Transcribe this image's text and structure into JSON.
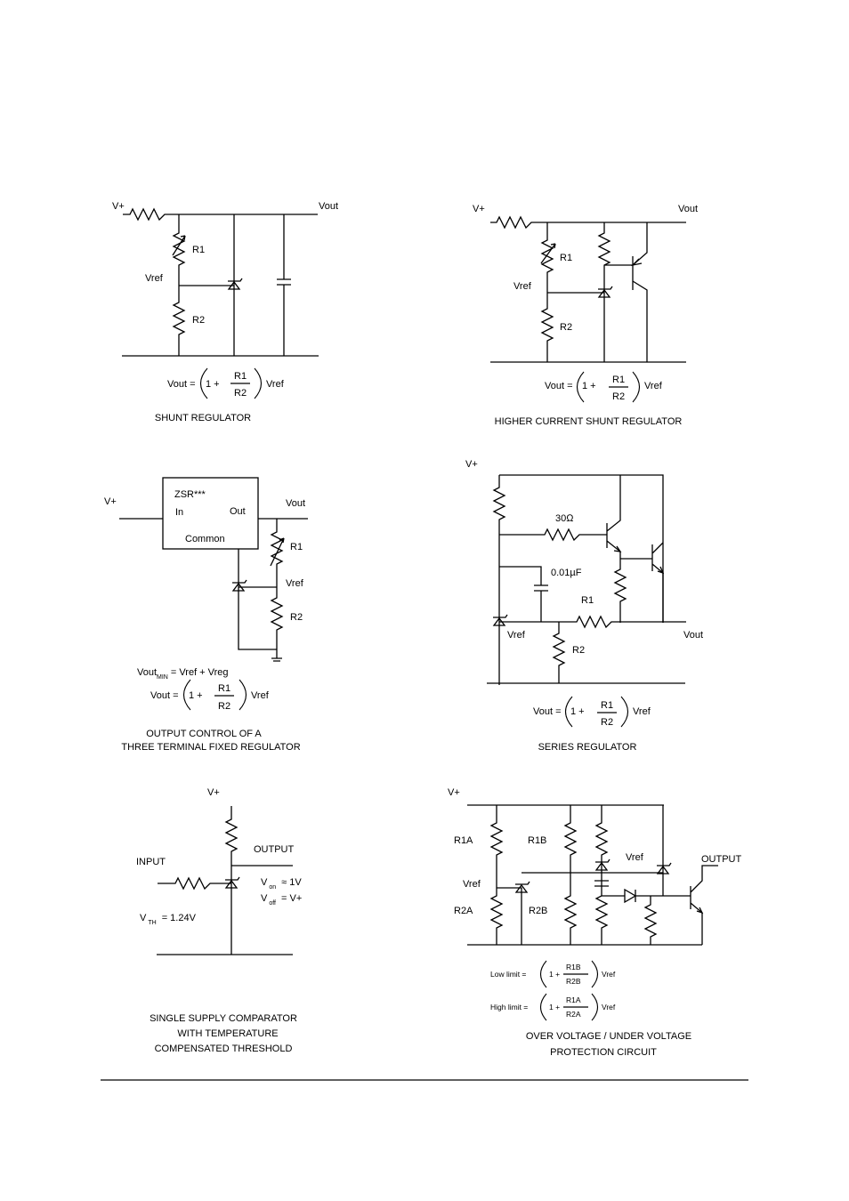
{
  "common": {
    "vplus": "V+",
    "vout": "Vout",
    "vref": "Vref",
    "r1": "R1",
    "r2": "R2",
    "vout_eq": "Vout =",
    "one_plus": "1 +",
    "eq_vref": "Vref"
  },
  "shunt": {
    "caption": "SHUNT REGULATOR"
  },
  "higher_shunt": {
    "caption": "HIGHER CURRENT SHUNT REGULATOR"
  },
  "three_terminal": {
    "chip": "ZSR***",
    "pin_in": "In",
    "pin_out": "Out",
    "pin_common": "Common",
    "voutmin_prefix": "Vout",
    "voutmin_sub": "MIN",
    "voutmin_rest": "= Vref + Vreg",
    "caption_line1": "OUTPUT CONTROL OF A",
    "caption_line2": "THREE TERMINAL FIXED REGULATOR"
  },
  "series": {
    "r_30": "30Ω",
    "cap": "0.01µF",
    "caption": "SERIES REGULATOR"
  },
  "comparator": {
    "input": "INPUT",
    "output": "OUTPUT",
    "von_v": "V",
    "von_sub": "on",
    "von_val": "≈ 1V",
    "voff_v": "V",
    "voff_sub": "off",
    "voff_val": "= V+",
    "vth_v": "V",
    "vth_sub": "TH",
    "vth_val": "= 1.24V",
    "caption_line1": "SINGLE SUPPLY COMPARATOR",
    "caption_line2": "WITH TEMPERATURE",
    "caption_line3": "COMPENSATED THRESHOLD"
  },
  "ovp": {
    "r1a": "R1A",
    "r1b": "R1B",
    "r2a": "R2A",
    "r2b": "R2B",
    "output": "OUTPUT",
    "low_limit": "Low limit =",
    "high_limit": "High limit =",
    "frac_r1b": "R1B",
    "frac_r2b": "R2B",
    "frac_r1a": "R1A",
    "frac_r2a": "R2A",
    "caption_line1": "OVER VOLTAGE / UNDER VOLTAGE",
    "caption_line2": "PROTECTION CIRCUIT"
  }
}
